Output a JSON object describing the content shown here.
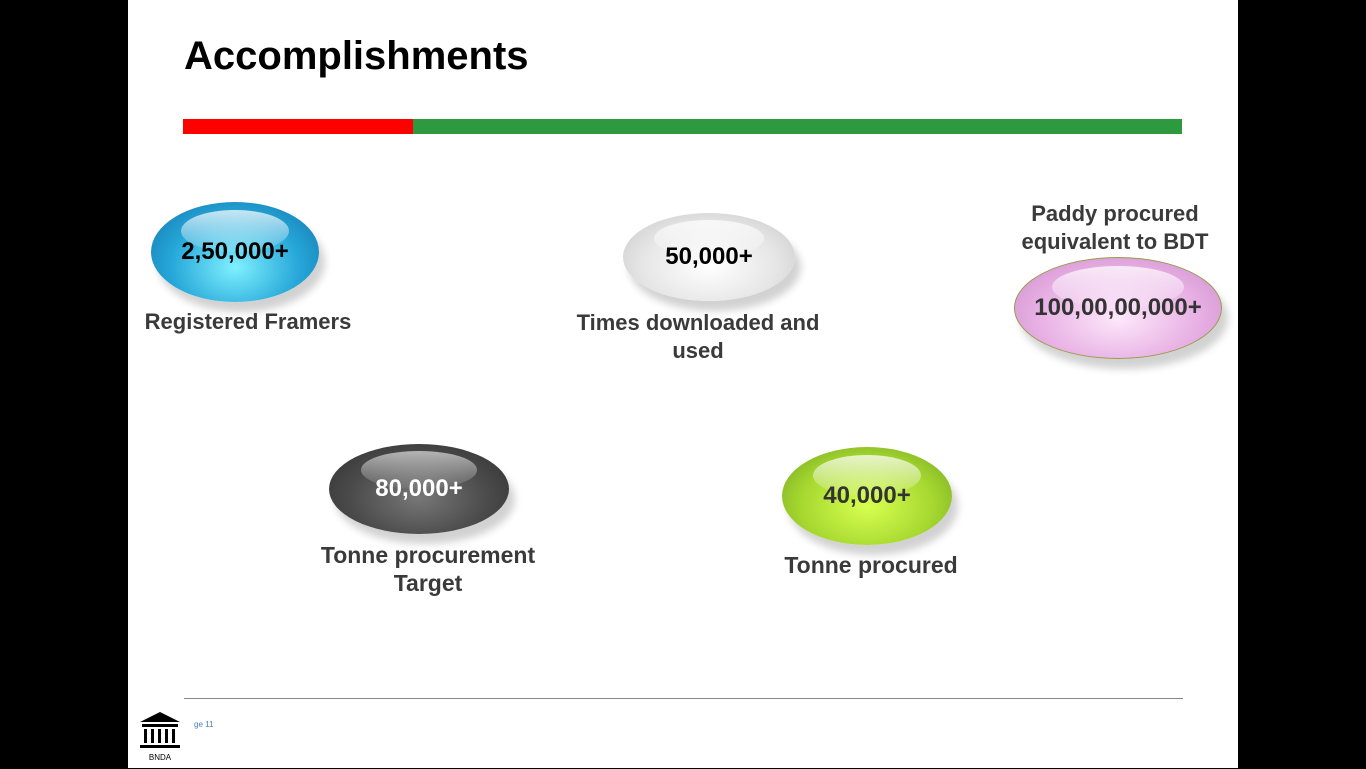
{
  "title": "Accomplishments",
  "colors": {
    "red_bar": "#ff0000",
    "green_bar": "#2e9a40"
  },
  "stats": [
    {
      "value": "2,50,000+",
      "label": "Registered Framers"
    },
    {
      "value": "50,000+",
      "label": "Times downloaded and used"
    },
    {
      "value": "100,00,00,000+",
      "label": "Paddy procured equivalent to BDT"
    },
    {
      "value": "80,000+",
      "label": "Tonne procurement Target"
    },
    {
      "value": "40,000+",
      "label": "Tonne procured"
    }
  ],
  "footer": {
    "page": "ge 11",
    "logo_text": "BNDA"
  }
}
